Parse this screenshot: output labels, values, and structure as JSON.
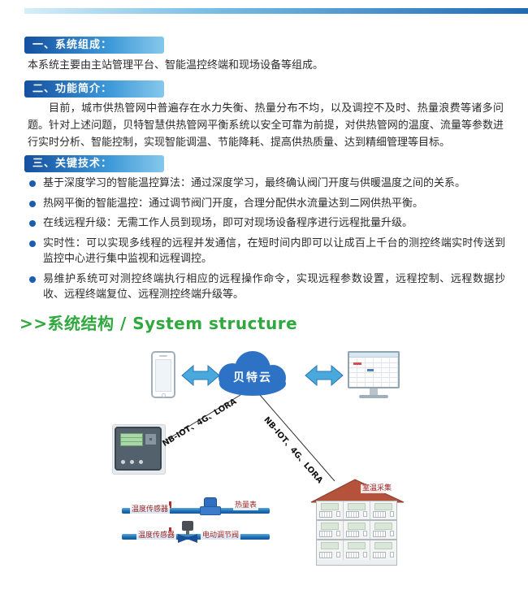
{
  "sections": [
    {
      "title": "一、系统组成：",
      "body": "本系统主要由主站管理平台、智能温控终端和现场设备等组成。"
    },
    {
      "title": "二、功能简介：",
      "body": "目前，城市供热管网中普遍存在水力失衡、热量分布不均，以及调控不及时、热量浪费等诸多问题。针对上述问题，贝特智慧供热管网平衡系统以安全可靠为前提，对供热管网的温度、流量等参数进行实时分析、智能控制，实现智能调温、节能降耗、提高供热质量、达到精细管理等目标。"
    },
    {
      "title": "三、关键技术：",
      "bullets": [
        "基于深度学习的智能温控算法：通过深度学习，最终确认阀门开度与供暖温度之间的关系。",
        "热网平衡的智能温控：通过调节阀门开度，合理分配供水流量达到二网供热平衡。",
        "在线远程升级：无需工作人员到现场，即可对现场设备程序进行远程批量升级。",
        "实时性：可以实现多线程的远程并发通信，在短时间内即可以让成百上千台的测控终端实时传送到监控中心进行集中监视和远程调控。",
        "易维护系统可对测控终端执行相应的远程操作命令，实现远程参数设置，远程控制、远程数据抄收、远程终端复位、远程测控终端升级等。"
      ]
    }
  ],
  "structure_heading": ">>系统结构 / System structure",
  "diagram": {
    "cloud_label": "贝特云",
    "link_label_left": "NB-IOT、4G、LORA",
    "link_label_right": "NB-IOT、4G、LORA",
    "labels": {
      "temp_sensor_top": "温度传感器",
      "heat_meter": "热量表",
      "temp_sensor_bottom": "温度传感器",
      "valve": "电动调节阀",
      "room_temp": "室温采集"
    }
  },
  "colors": {
    "header_gradient_start": "#15509f",
    "header_gradient_end": "#86c8ec",
    "bullet_dot": "#1a5cae",
    "heading_green": "#2fa83e",
    "cloud_blue": "#2e72c6",
    "arrow_blue": "#49a8dc",
    "pipe_blue": "#1d6fb5",
    "roof_red": "#b4523c",
    "equipment_label_red": "#9a1f1f"
  }
}
